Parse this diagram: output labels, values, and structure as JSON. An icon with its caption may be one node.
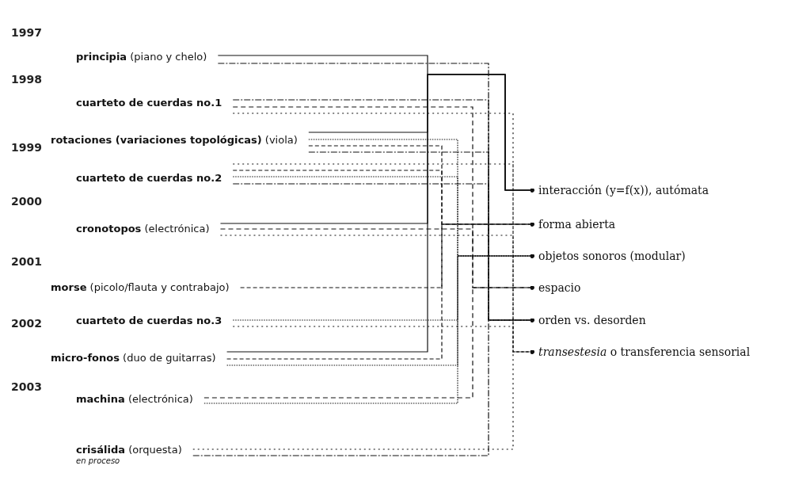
{
  "diagram": {
    "nodes": [
      {
        "text": [
          "**principia** (piano y chelo)"
        ]
      },
      {
        "text": [
          "cuarteto de cuerdas no.1"
        ]
      },
      {
        "text": [
          "**rotaciones (variaciones topológicas)** (viola)"
        ]
      },
      {
        "text": [
          "cuarteto de cuerdas no.2"
        ]
      },
      {
        "text": [
          "**cronotopos** (electrónica)"
        ]
      },
      {
        "text": [
          "**morse** (picolo/flauta y contrabajo)"
        ]
      },
      {
        "text": [
          "cuarteto de cuerdas no.3"
        ]
      },
      {
        "text": [
          "**micro-fonos** (duo de guitarras)"
        ]
      },
      {
        "text": [
          "**machina** (electrónica)"
        ]
      },
      {
        "text": [
          "**crisálida** (orquesta)"
        ],
        "beside": [
          "en proceso"
        ]
      },
      {
        "text": [
          "interacción (y=f(x)), autómata"
        ]
      },
      {
        "text": [
          "forma abierta"
        ]
      },
      {
        "text": [
          "objetos sonoros (modular)"
        ]
      },
      {
        "text": [
          "espacio"
        ]
      },
      {
        "text": [
          "orden vs. desorden"
        ]
      },
      {
        "text": [
          "*transestesia* o transferencia sensorial"
        ]
      }
    ],
    "edges": [
      {
        "from": 0,
        "to": 10,
        "arrow": "other"
      },
      {
        "from": 0,
        "to": 14,
        "arrow": "other",
        "style": "dashed"
      },
      {
        "from": 1,
        "to": 14,
        "arrow": "other",
        "style": "dashed"
      },
      {
        "from": 1,
        "to": 13,
        "arrow": "other",
        "style": "dashed"
      },
      {
        "from": 1,
        "to": 15,
        "arrow": "other",
        "style": "dashed"
      },
      {
        "from": 2,
        "to": 10,
        "arrow": "other"
      },
      {
        "from": 2,
        "to": 12,
        "arrow": "other",
        "style": "dashed"
      },
      {
        "from": 2,
        "to": 11,
        "arrow": "other",
        "style": "dashed"
      },
      {
        "from": 2,
        "to": 14,
        "arrow": "other",
        "style": "dashed"
      },
      {
        "from": 3,
        "to": 15,
        "arrow": "other",
        "style": "dashed"
      },
      {
        "from": 3,
        "to": 11,
        "arrow": "other",
        "style": "dashed"
      },
      {
        "from": 3,
        "to": 12,
        "arrow": "other",
        "style": "dashed"
      },
      {
        "from": 3,
        "to": 14,
        "arrow": "other",
        "style": "dashed"
      },
      {
        "from": 4,
        "to": 10,
        "arrow": "other"
      },
      {
        "from": 4,
        "to": 13,
        "arrow": "other",
        "style": "dashed"
      },
      {
        "from": 4,
        "to": 15,
        "arrow": "other",
        "style": "dashed"
      },
      {
        "from": 5,
        "to": 11,
        "arrow": "other",
        "style": "dashed"
      },
      {
        "from": 6,
        "to": 12,
        "arrow": "other",
        "style": "dashed"
      },
      {
        "from": 6,
        "to": 15,
        "arrow": "other",
        "style": "dashed"
      },
      {
        "from": 7,
        "to": 10,
        "arrow": "other"
      },
      {
        "from": 7,
        "to": 11,
        "arrow": "other",
        "style": "dashed"
      },
      {
        "from": 7,
        "to": 12,
        "arrow": "other",
        "style": "dashed"
      },
      {
        "from": 8,
        "to": 13,
        "arrow": "other",
        "style": "dashed"
      },
      {
        "from": 8,
        "to": 12,
        "arrow": "other",
        "style": "dashed"
      },
      {
        "from": 9,
        "to": 15,
        "arrow": "other",
        "style": "dashed"
      },
      {
        "from": 9,
        "to": 14,
        "arrow": "other",
        "style": "dashed"
      }
    ],
    "labels": [
      "1997",
      "1998",
      "1999",
      "2000",
      "2001",
      "2002",
      "2003"
    ]
  }
}
